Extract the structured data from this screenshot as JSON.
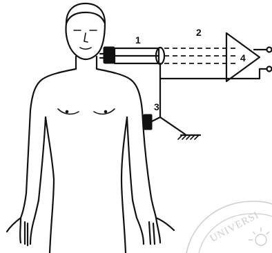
{
  "labels": {
    "electrode": "1",
    "cable": "2",
    "ground_electrode": "3",
    "amplifier": "4"
  },
  "watermark": {
    "text": "UNIVERSI"
  },
  "colors": {
    "ink": "#111111",
    "watermark": "#c9c9c9",
    "background": "#ffffff"
  }
}
